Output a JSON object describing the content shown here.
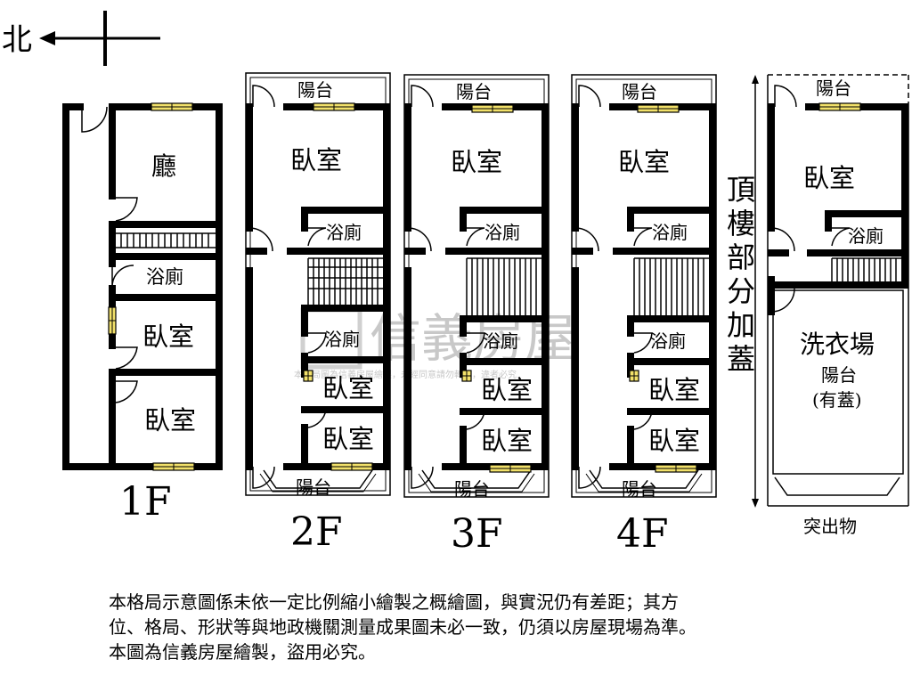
{
  "compass": {
    "label": "北"
  },
  "floors": {
    "f1": {
      "name": "1F",
      "rooms": {
        "hall": "廳",
        "bath": "浴廁",
        "bed1": "臥室",
        "bed2": "臥室"
      }
    },
    "f2": {
      "name": "2F",
      "rooms": {
        "balcony_top": "陽台",
        "bed_main": "臥室",
        "bath1": "浴廁",
        "bath2": "浴廁",
        "bed2": "臥室",
        "bed3": "臥室",
        "balcony_bottom": "陽台"
      }
    },
    "f3": {
      "name": "3F",
      "rooms": {
        "balcony_top": "陽台",
        "bed_main": "臥室",
        "bath1": "浴廁",
        "bath2": "浴廁",
        "bed2": "臥室",
        "bed3": "臥室",
        "balcony_bottom": "陽台"
      }
    },
    "f4": {
      "name": "4F",
      "rooms": {
        "balcony_top": "陽台",
        "bed_main": "臥室",
        "bath1": "浴廁",
        "bath2": "浴廁",
        "bed2": "臥室",
        "bed3": "臥室",
        "balcony_bottom": "陽台"
      }
    },
    "roof": {
      "vertical_label": [
        "頂",
        "樓",
        "部",
        "分",
        "加",
        "蓋"
      ],
      "rooms": {
        "balcony_top": "陽台",
        "bed": "臥室",
        "bath": "浴廁",
        "laundry": "洗衣場",
        "laundry_sub1": "陽台",
        "laundry_sub2": "(有蓋)",
        "protrusion": "突出物"
      }
    }
  },
  "watermark": {
    "brand": "信義房屋",
    "small": "本格局圖為信義房屋繪製，未經同意請勿轉載，違者必究"
  },
  "disclaimer": [
    "本格局示意圖係未依一定比例縮小繪製之概繪圖，與實況仍有差距；其方",
    "位、格局、形狀等與地政機關測量成果圖未必一致，仍須以房屋現場為準。",
    "本圖為信義房屋繪製，盜用必究。"
  ],
  "colors": {
    "wall": "#000000",
    "window": "#f2e16a",
    "watermark": "#c8c8c8"
  }
}
